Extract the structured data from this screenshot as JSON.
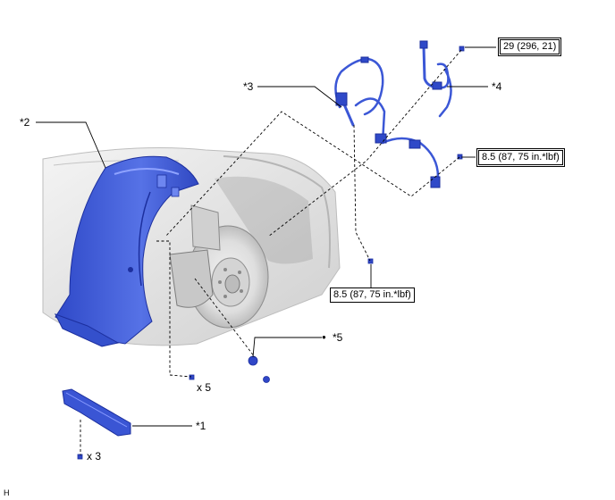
{
  "callouts": {
    "c1": "*1",
    "c2": "*2",
    "c3": "*3",
    "c4": "*4",
    "c5": "*5",
    "c5_bullet": "●"
  },
  "torques": {
    "t1": "29 (296, 21)",
    "t2": "8.5 (87, 75 in.*lbf)",
    "t3": "8.5 (87, 75 in.*lbf)"
  },
  "quantities": {
    "q1": "x 5",
    "q2": "x 3"
  },
  "corner_mark": "H",
  "colors": {
    "part_blue": "#3b57d6",
    "part_blue_dark": "#1c2f9e",
    "vehicle_gray": "#d9d9d9",
    "line": "#000000"
  }
}
